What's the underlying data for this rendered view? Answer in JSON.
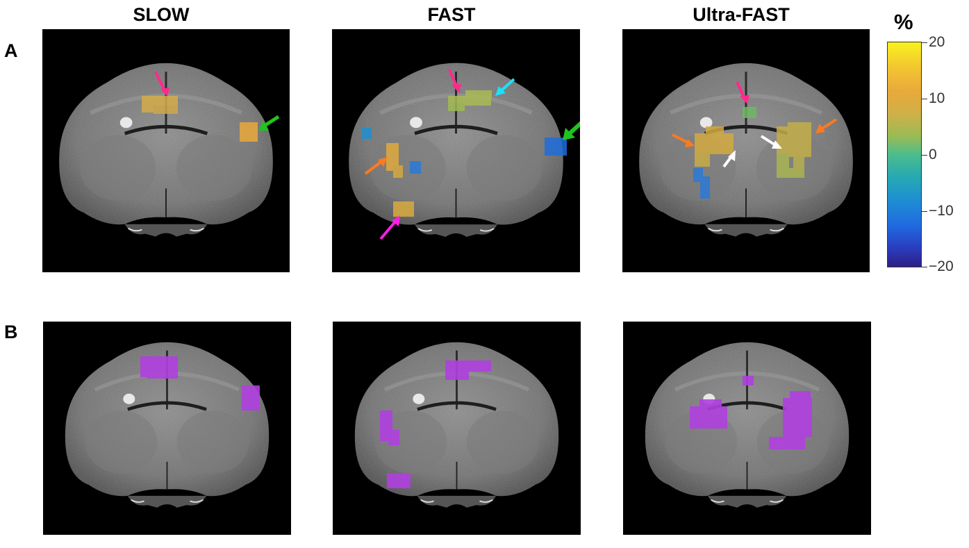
{
  "columns": [
    "SLOW",
    "FAST",
    "Ultra-FAST"
  ],
  "rows": [
    "A",
    "B"
  ],
  "colorbar": {
    "unit": "%",
    "ticks": [
      "20",
      "10",
      "0",
      "−10",
      "−20"
    ],
    "range": [
      -20,
      20
    ]
  },
  "colors": {
    "overlay_purple": "#b040e0",
    "arrow_pink": "#ff2a8c",
    "arrow_magenta": "#ff1ee6",
    "arrow_green": "#1fc51f",
    "arrow_cyan": "#1ee0ff",
    "arrow_orange": "#ff7a1e",
    "arrow_white": "#ffffff"
  },
  "panels": [
    {
      "name": "panel-a-slow",
      "row": "A",
      "column": "SLOW",
      "arrows": [
        "pink",
        "green"
      ]
    },
    {
      "name": "panel-a-fast",
      "row": "A",
      "column": "FAST",
      "arrows": [
        "pink",
        "cyan",
        "green",
        "orange",
        "magenta"
      ]
    },
    {
      "name": "panel-a-ultrafast",
      "row": "A",
      "column": "Ultra-FAST",
      "arrows": [
        "pink",
        "orange",
        "orange",
        "white",
        "white"
      ]
    },
    {
      "name": "panel-b-slow",
      "row": "B",
      "column": "SLOW",
      "arrows": []
    },
    {
      "name": "panel-b-fast",
      "row": "B",
      "column": "FAST",
      "arrows": []
    },
    {
      "name": "panel-b-ultrafast",
      "row": "B",
      "column": "Ultra-FAST",
      "arrows": []
    }
  ]
}
